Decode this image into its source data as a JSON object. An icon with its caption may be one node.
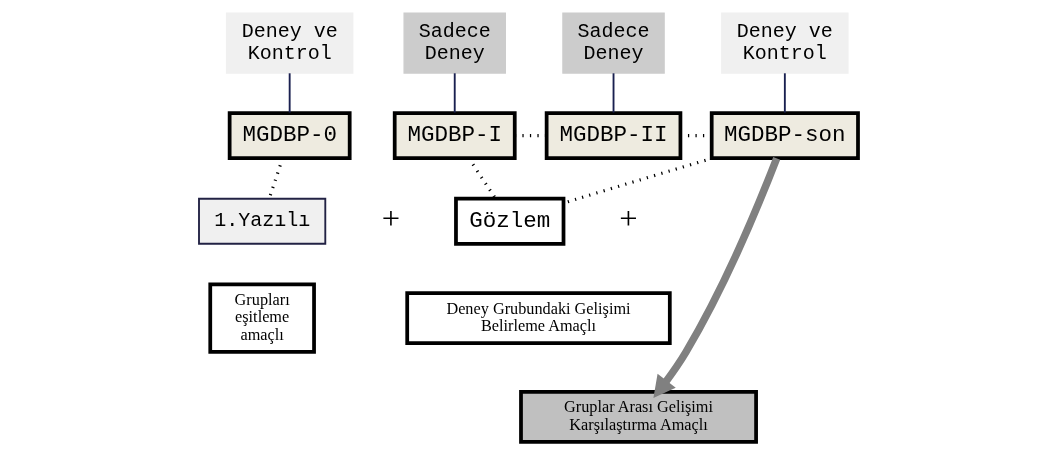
{
  "diagram": {
    "nodes": [
      {
        "text": [
          "Deney ve Kontrol"
        ]
      },
      {
        "text": [
          "Sadece Deney"
        ]
      },
      {
        "text": [
          "Sadece Deney"
        ]
      },
      {
        "text": [
          "Deney ve Kontrol"
        ]
      },
      {
        "text": [
          "MGDBP-0"
        ]
      },
      {
        "text": [
          "MGDBP-I"
        ]
      },
      {
        "text": [
          "MGDBP-II"
        ]
      },
      {
        "text": [
          "MGDBP-son"
        ]
      },
      {
        "text": [
          "1.Yazılı"
        ]
      },
      {
        "text": [
          "Gözlem"
        ]
      },
      {
        "text": [
          "Grupları eşitleme amaçlı"
        ]
      },
      {
        "text": [
          "Deney Grubundaki Gelişimi Belirleme Amaçlı"
        ]
      },
      {
        "text": [
          "Gruplar Arası Gelişimi Karşılaştırma Amaçlı"
        ]
      }
    ],
    "edges": [
      {
        "from": 0,
        "to": 4,
        "arrow": "none"
      },
      {
        "from": 1,
        "to": 5,
        "arrow": "none"
      },
      {
        "from": 2,
        "to": 6,
        "arrow": "none"
      },
      {
        "from": 3,
        "to": 7,
        "arrow": "none"
      },
      {
        "from": 4,
        "to": 8,
        "arrow": "none",
        "style": "dashed"
      },
      {
        "from": 5,
        "to": 6,
        "arrow": "none",
        "style": "dashed"
      },
      {
        "from": 6,
        "to": 7,
        "arrow": "none",
        "style": "dashed"
      },
      {
        "from": 5,
        "to": 9,
        "arrow": "none",
        "style": "dashed"
      },
      {
        "from": 7,
        "to": 9,
        "arrow": "none",
        "style": "dashed"
      },
      {
        "from": 7,
        "to": 12,
        "arrow": "to",
        "style": "thick",
        "color": "#808080"
      }
    ],
    "labels": [
      "+",
      "+"
    ]
  }
}
